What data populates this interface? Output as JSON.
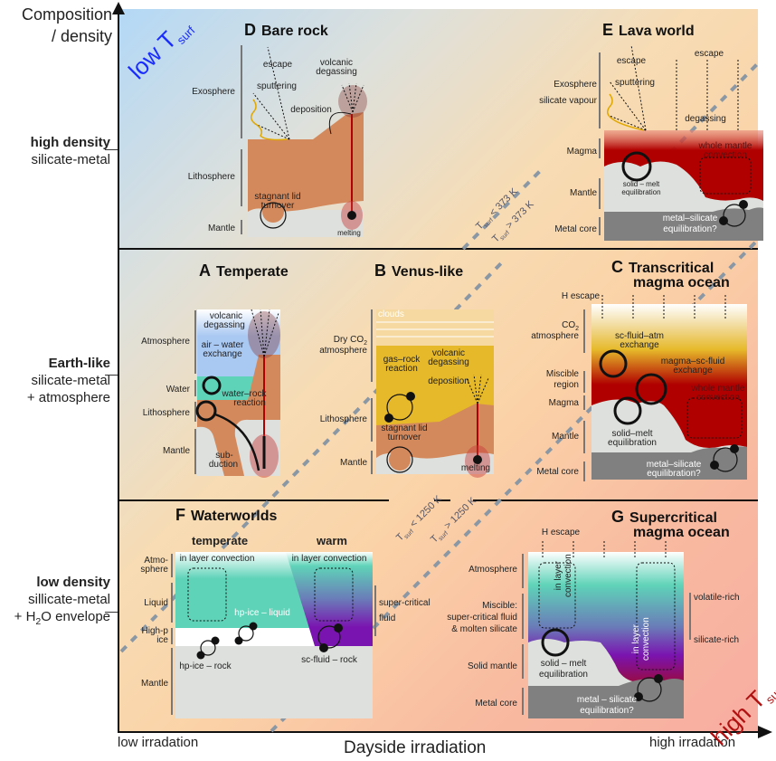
{
  "axes": {
    "y_title_line1": "Composition",
    "y_title_line2": "/ density",
    "x_title": "Dayside irradiation",
    "x_low": "low irradation",
    "x_high": "high irradation",
    "low_t": "low T",
    "high_t": "high T",
    "surf_sub": "surf"
  },
  "rows": [
    {
      "bold": "high density",
      "line2": "silicate-metal",
      "line3": ""
    },
    {
      "bold": "Earth-like",
      "line2": "silicate-metal",
      "line3": "+ atmosphere"
    },
    {
      "bold": "low density",
      "line2": "sillicate-metal",
      "line3": "+ H2O envelope"
    }
  ],
  "thresholds": {
    "t373_lt": "T",
    "t373_lt_rest": " < 373 K",
    "t373_gt_rest": " > 373 K",
    "t1250_lt_rest": " < 1250 K",
    "t1250_gt_rest": " > 1250 K"
  },
  "panels": {
    "D": {
      "letter": "D",
      "title": "Bare rock",
      "layers": [
        "Exosphere",
        "Lithosphere",
        "Mantle"
      ],
      "labels": {
        "escape": "escape",
        "sputtering": "sputtering",
        "volcanic": "volcanic",
        "degassing": "degassing",
        "deposition": "deposition",
        "stagnant": "stagnant lid",
        "turnover": "turnover",
        "melting": "melting"
      }
    },
    "E": {
      "letter": "E",
      "title": "Lava world",
      "layers": [
        "Exosphere",
        "silicate vapour",
        "Magma",
        "Mantle",
        "Metal core"
      ],
      "labels": {
        "escape1": "escape",
        "escape2": "escape",
        "sputtering": "sputtering",
        "degassing": "degassing",
        "wmc1": "whole mantle",
        "wmc2": "convection",
        "sme1": "solid – melt",
        "sme2": "equilibration",
        "mse1": "metal–silicate",
        "mse2": "equilibration?"
      }
    },
    "A": {
      "letter": "A",
      "title": "Temperate",
      "layers": [
        "Atmosphere",
        "Water",
        "Lithosphere",
        "Mantle"
      ],
      "labels": {
        "volcanic": "volcanic",
        "degassing": "degassing",
        "air1": "air – water",
        "air2": "exchange",
        "wr1": "water–rock",
        "wr2": "reaction",
        "sub1": "sub-",
        "sub2": "duction"
      }
    },
    "B": {
      "letter": "B",
      "title": "Venus-like",
      "layers": [
        "Dry CO2",
        "atmosphere",
        "Lithosphere",
        "Mantle"
      ],
      "labels": {
        "clouds": "clouds",
        "gr1": "gas–rock",
        "gr2": "reaction",
        "volcanic": "volcanic",
        "degassing": "degassing",
        "deposition": "deposition",
        "stagnant": "stagnant lid",
        "turnover": "turnover",
        "melting": "melting"
      }
    },
    "C": {
      "letter": "C",
      "title1": "Transcritical",
      "title2": "magma ocean",
      "layers": [
        "CO2",
        "atmosphere",
        "Miscible",
        "region",
        "Magma",
        "Mantle",
        "Metal core"
      ],
      "labels": {
        "hescape": "H escape",
        "sfa1": "sc-fluid–atm",
        "sfa2": "exchange",
        "msf1": "magma–sc-fluid",
        "msf2": "exchange",
        "wmc1": "whole mantle",
        "wmc2": "convection",
        "sme1": "solid–melt",
        "sme2": "equilibration",
        "mse1": "metal–silicate",
        "mse2": "equilibration?"
      }
    },
    "F": {
      "letter": "F",
      "title": "Waterworlds",
      "sub_temperate": "temperate",
      "sub_warm": "warm",
      "layers": [
        "Atmo-",
        "sphere",
        "Liquid",
        "High-p",
        "ice",
        "Mantle"
      ],
      "side": [
        "super-critical",
        "fluid"
      ],
      "labels": {
        "ilc1": "in layer convection",
        "ilc2": "in layer convection",
        "hpl": "hp-ice – liquid",
        "hpr": "hp-ice – rock",
        "scr": "sc-fluid – rock"
      }
    },
    "G": {
      "letter": "G",
      "title1": "Supercritical",
      "title2": "magma ocean",
      "layers": [
        "Atmosphere",
        "Miscible:",
        "super-critical fluid",
        "& molten silicate",
        "Solid mantle",
        "Metal core"
      ],
      "side": [
        "volatile-rich",
        "silicate-rich"
      ],
      "labels": {
        "hescape": "H escape",
        "ilc1a": "in layer",
        "ilc1b": "convection",
        "ilc2a": "in layer",
        "ilc2b": "convection",
        "sme1": "solid – melt",
        "sme2": "equilibration",
        "mse1": "metal – silicate",
        "mse2": "equilibration?"
      }
    }
  },
  "colors": {
    "rock": "#d4895c",
    "mantle": "#dde0dc",
    "magma": "#b00000",
    "core": "#808080",
    "water": "#5fd3b8",
    "venus_atm": "#e6b92a",
    "supercritical": "#7a14b0",
    "low_t": "#1a2cff",
    "high_t": "#b01010"
  }
}
